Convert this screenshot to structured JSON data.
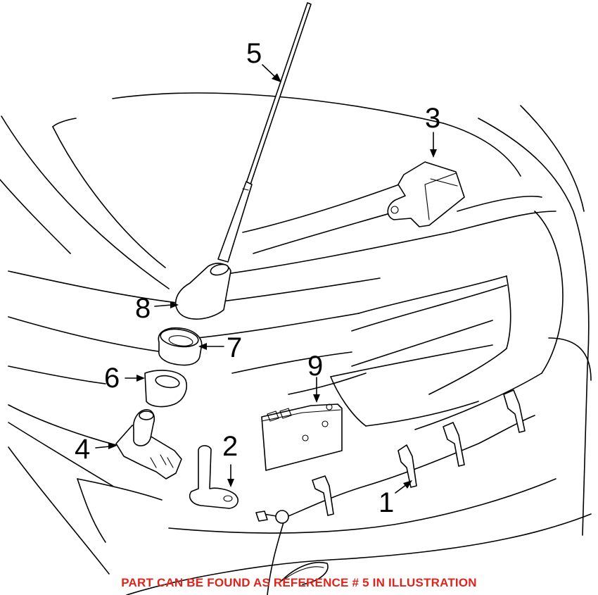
{
  "callouts": {
    "c1": "1",
    "c2": "2",
    "c3": "3",
    "c4": "4",
    "c5": "5",
    "c6": "6",
    "c7": "7",
    "c8": "8",
    "c9": "9"
  },
  "note": {
    "text": "PART CAN BE FOUND AS REFERENCE # 5 IN ILLUSTRATION",
    "color": "#e0241b"
  }
}
